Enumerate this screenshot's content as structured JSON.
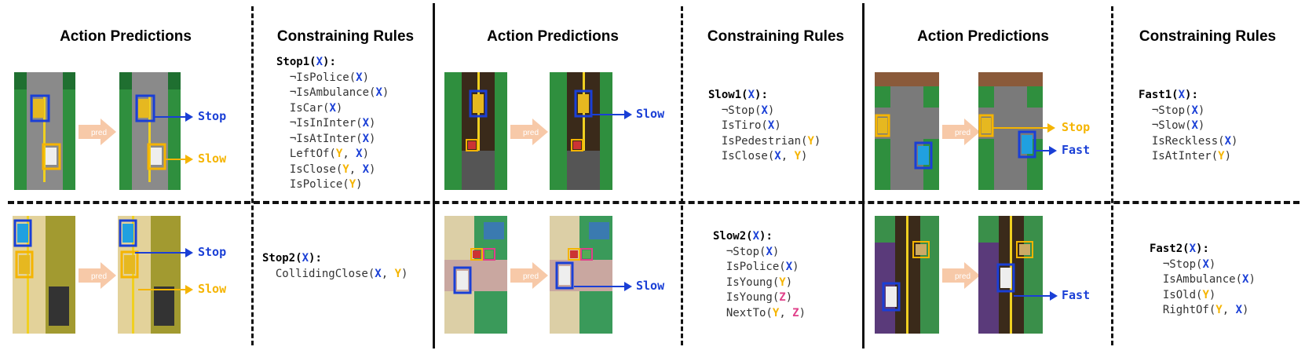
{
  "headers": {
    "action": "Action Predictions",
    "rules": "Constraining Rules"
  },
  "pred_label": "pred",
  "colors": {
    "X": "#1a3fd6",
    "Y": "#f5b400",
    "Z": "#e0408a"
  },
  "panels": [
    {
      "labels": [
        {
          "text": "Stop",
          "color": "blue"
        },
        {
          "text": "Slow",
          "color": "yellow"
        }
      ],
      "rule_name": "Stop1",
      "rule_args": "X",
      "lines": [
        "¬IsPolice(X)",
        "¬IsAmbulance(X)",
        "IsCar(X)",
        "¬IsInInter(X)",
        "¬IsAtInter(X)",
        "LeftOf(Y, X)",
        "IsClose(Y, X)",
        "IsPolice(Y)"
      ]
    },
    {
      "labels": [
        {
          "text": "Slow",
          "color": "blue"
        }
      ],
      "rule_name": "Slow1",
      "rule_args": "X",
      "lines": [
        "¬Stop(X)",
        "IsTiro(X)",
        "IsPedestrian(Y)",
        "IsClose(X, Y)"
      ]
    },
    {
      "labels": [
        {
          "text": "Stop",
          "color": "yellow"
        },
        {
          "text": "Fast",
          "color": "blue"
        }
      ],
      "rule_name": "Fast1",
      "rule_args": "X",
      "lines": [
        "¬Stop(X)",
        "¬Slow(X)",
        "IsReckless(X)",
        "IsAtInter(Y)"
      ]
    },
    {
      "labels": [
        {
          "text": "Stop",
          "color": "blue"
        },
        {
          "text": "Slow",
          "color": "yellow"
        }
      ],
      "rule_name": "Stop2",
      "rule_args": "X",
      "lines": [
        "CollidingClose(X, Y)"
      ]
    },
    {
      "labels": [
        {
          "text": "Slow",
          "color": "blue"
        }
      ],
      "rule_name": "Slow2",
      "rule_args": "X",
      "lines": [
        "¬Stop(X)",
        "IsPolice(X)",
        "IsYoung(Y)",
        "IsYoung(Z)",
        "NextTo(Y, Z)"
      ]
    },
    {
      "labels": [
        {
          "text": "Fast",
          "color": "blue"
        }
      ],
      "rule_name": "Fast2",
      "rule_args": "X",
      "lines": [
        "¬Stop(X)",
        "IsAmbulance(X)",
        "IsOld(Y)",
        "RightOf(Y, X)"
      ]
    }
  ]
}
